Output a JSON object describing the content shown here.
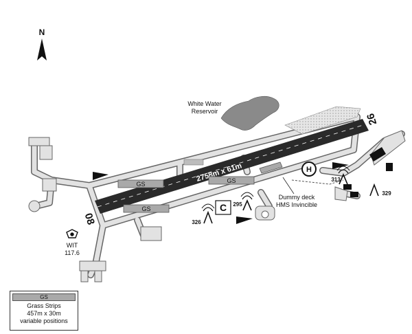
{
  "north_label": "N",
  "reservoir_label_line1": "White Water",
  "reservoir_label_line2": "Reservoir",
  "runway": {
    "dimensions": "2758m x 61m",
    "end_west": "08",
    "end_east": "26"
  },
  "grass_strip_labels": [
    "GS",
    "GS",
    "GS"
  ],
  "helipad_label": "H",
  "control_tower_label": "C",
  "dummy_deck_line1": "Dummy deck",
  "dummy_deck_line2": "HMS Invincible",
  "nav_aids": [
    "326",
    "295",
    "313",
    "329"
  ],
  "vor": {
    "ident": "WIT",
    "freq": "117.6"
  },
  "legend": {
    "swatch_label": "GS",
    "line1": "Grass Strips",
    "line2": "457m x 30m",
    "line3": "variable positions"
  }
}
